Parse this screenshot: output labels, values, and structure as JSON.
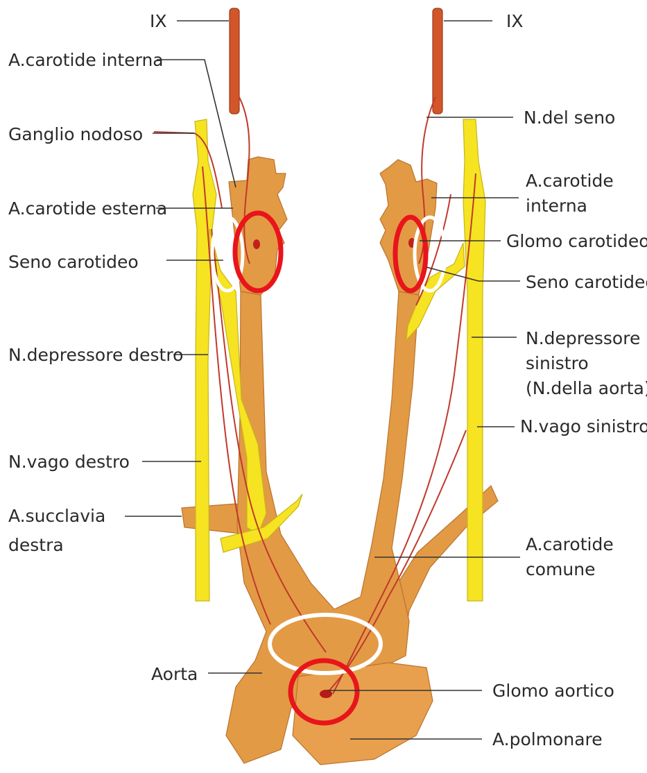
{
  "labels": {
    "ix_left": "IX",
    "ix_right": "IX",
    "carotid_internal_left": "A.carotide interna",
    "ganglio_nodoso": "Ganglio nodoso",
    "carotid_external": "A.carotide esterna",
    "seno_left": "Seno carotideo",
    "depressore_destro": "N.depressore destro",
    "vago_destro": "N.vago destro",
    "succlavia_line1": "A.succlavia",
    "succlavia_line2": "destra",
    "aorta": "Aorta",
    "nervo_seno": "N.del seno",
    "carotid_internal_right_line1": "A.carotide",
    "carotid_internal_right_line2": "interna",
    "glomo_carotideo": "Glomo carotideo",
    "seno_right": "Seno carotideo",
    "depressore_sinistro_line1": "N.depressore",
    "depressore_sinistro_line2": "sinistro",
    "depressore_sinistro_line3": "(N.della aorta)",
    "vago_sinistro": "N.vago sinistro",
    "carotide_comune_line1": "A.carotide",
    "carotide_comune_line2": "comune",
    "glomo_aortico": "Glomo aortico",
    "polmonare": "A.polmonare"
  },
  "colors": {
    "artery": "#e39a45",
    "nerve": "#f6e322",
    "glossopharyngeal": "#d2562a",
    "small_nerve": "#c0392b",
    "highlight_red": "#e8151b",
    "highlight_white": "#ffffff"
  }
}
